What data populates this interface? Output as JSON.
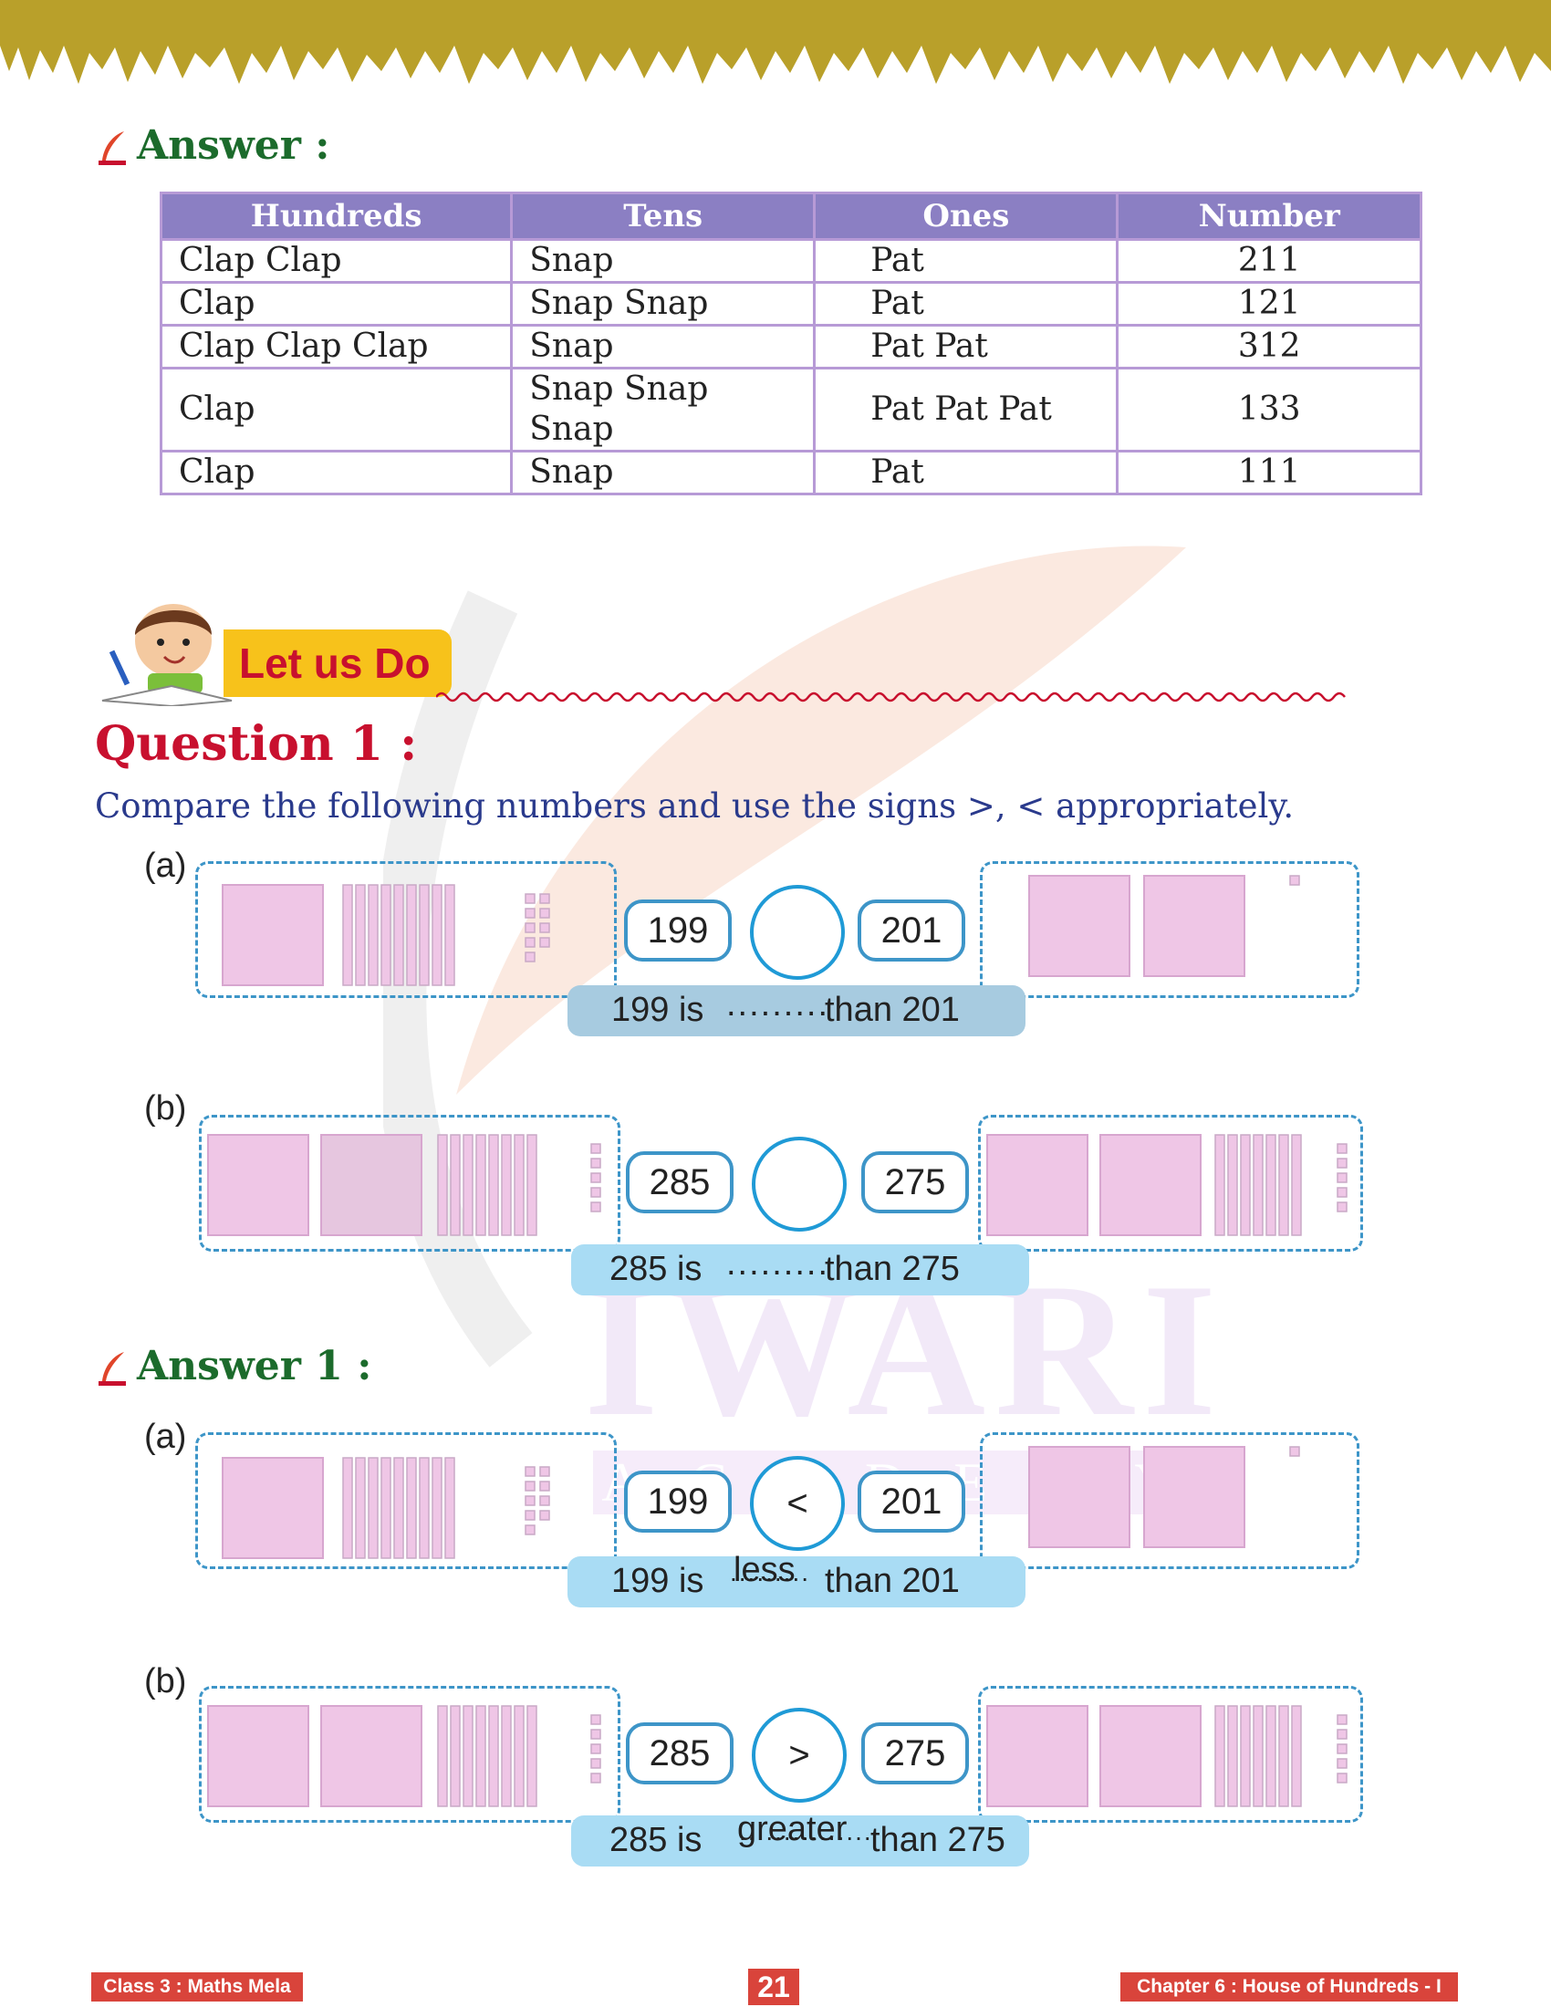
{
  "answer_heading": "Answer :",
  "table": {
    "headers": [
      "Hundreds",
      "Tens",
      "Ones",
      "Number"
    ],
    "rows": [
      [
        "Clap Clap",
        "Snap",
        "Pat",
        "211"
      ],
      [
        "Clap",
        "Snap Snap",
        "Pat",
        "121"
      ],
      [
        "Clap Clap Clap",
        "Snap",
        "Pat Pat",
        "312"
      ],
      [
        "Clap",
        "Snap Snap Snap",
        "Pat Pat Pat",
        "133"
      ],
      [
        "Clap",
        "Snap",
        "Pat",
        "111"
      ]
    ]
  },
  "let_us_do": "Let us Do",
  "question_title": "Question 1 :",
  "question_text": "Compare the following numbers and use the signs >, < appropriately.",
  "questions": {
    "a": {
      "label": "(a)",
      "left": "199",
      "right": "201",
      "sign": "",
      "s_start": "199 is",
      "s_dots": ".........",
      "s_end": "than 201"
    },
    "b": {
      "label": "(b)",
      "left": "285",
      "right": "275",
      "sign": "",
      "s_start": "285 is",
      "s_dots": ".........",
      "s_end": "than 275"
    }
  },
  "answer1_heading": "Answer 1 :",
  "answers": {
    "a": {
      "label": "(a)",
      "left": "199",
      "right": "201",
      "sign": "<",
      "s_start": "199 is",
      "s_fill": "less",
      "s_dots": ".........",
      "s_end": "than 201"
    },
    "b": {
      "label": "(b)",
      "left": "285",
      "right": "275",
      "sign": ">",
      "s_start": "285 is",
      "s_fill": "greater",
      "s_dots": "...............",
      "s_end": "than 275"
    }
  },
  "watermark": {
    "main": "IWARI",
    "sub": "ACADEMY"
  },
  "footer": {
    "left": "Class 3 : Maths Mela",
    "page": "21",
    "right": "Chapter 6 : House of Hundreds - I"
  },
  "colors": {
    "grass": "#b9a02a",
    "table_header": "#8b7fc3",
    "accent_red": "#c8102e",
    "heading_green": "#1c6b2c",
    "box_blue": "#3d95c8",
    "sentence_blue": "#a9dcf4",
    "block_pink": "#efc6e6"
  }
}
